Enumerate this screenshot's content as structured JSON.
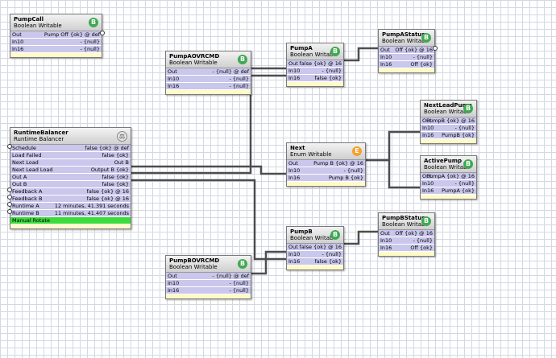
{
  "blocks": {
    "pumpcall": {
      "title": "PumpCall",
      "type": "Boolean Writable",
      "badge": "B",
      "rows": [
        {
          "label": "Out",
          "value": "Pump Off {ok} @ def"
        },
        {
          "label": "In10",
          "value": "- {null}"
        },
        {
          "label": "In16",
          "value": "- {null}"
        }
      ]
    },
    "runtime_balancer": {
      "title": "RuntimeBalancer",
      "type": "Runtime Balancer",
      "badge": "⚖",
      "rows": [
        {
          "label": "Schedule",
          "value": "false {ok} @ def"
        },
        {
          "label": "Load Failed",
          "value": "false {ok}"
        },
        {
          "label": "Next Load",
          "value": "Out B"
        },
        {
          "label": "Next Lead Load",
          "value": "Output B {ok}"
        },
        {
          "label": "Out A",
          "value": "false {ok}"
        },
        {
          "label": "Out B",
          "value": "false {ok}"
        },
        {
          "label": "Feedback A",
          "value": "false {ok} @ 16"
        },
        {
          "label": "Feedback B",
          "value": "false {ok} @ 16"
        },
        {
          "label": "Runtime A",
          "value": "12 minutes, 41.391 seconds"
        },
        {
          "label": "Runtime B",
          "value": "11 minutes, 41.407 seconds"
        },
        {
          "label": "Manual Rotate",
          "value": ""
        }
      ]
    },
    "pumpaovrcmd": {
      "title": "PumpAOVRCMD",
      "type": "Boolean Writable",
      "badge": "B",
      "rows": [
        {
          "label": "Out",
          "value": "- {null} @ def"
        },
        {
          "label": "In10",
          "value": "- {null}"
        },
        {
          "label": "In16",
          "value": "- {null}"
        }
      ]
    },
    "pumpbovrcmd": {
      "title": "PumpBOVRCMD",
      "type": "Boolean Writable",
      "badge": "B",
      "rows": [
        {
          "label": "Out",
          "value": "- {null} @ def"
        },
        {
          "label": "In10",
          "value": "- {null}"
        },
        {
          "label": "In16",
          "value": "- {null}"
        }
      ]
    },
    "pumpa": {
      "title": "PumpA",
      "type": "Boolean Writab",
      "badge": "B",
      "rows": [
        {
          "label": "Out",
          "value": "false {ok} @ 16"
        },
        {
          "label": "In10",
          "value": "- {null}"
        },
        {
          "label": "In16",
          "value": "false {ok}"
        }
      ]
    },
    "pumpb": {
      "title": "PumpB",
      "type": "Boolean Writab",
      "badge": "B",
      "rows": [
        {
          "label": "Out",
          "value": "false {ok} @ 16"
        },
        {
          "label": "In10",
          "value": "- {null}"
        },
        {
          "label": "In16",
          "value": "false {ok}"
        }
      ]
    },
    "next": {
      "title": "Next",
      "type": "Enum Writable",
      "badge": "E",
      "rows": [
        {
          "label": "Out",
          "value": "Pump B {ok} @ 16"
        },
        {
          "label": "In10",
          "value": "- {null}"
        },
        {
          "label": "In16",
          "value": "Pump B {ok}"
        }
      ]
    },
    "pumpastatus": {
      "title": "PumpAStatus",
      "type": "Boolean Writab",
      "badge": "B",
      "rows": [
        {
          "label": "Out",
          "value": "Off {ok} @ 16"
        },
        {
          "label": "In10",
          "value": "- {null}"
        },
        {
          "label": "In16",
          "value": "Off {ok}"
        }
      ]
    },
    "pumpbstatus": {
      "title": "PumpBStatus",
      "type": "Boolean Writab",
      "badge": "B",
      "rows": [
        {
          "label": "Out",
          "value": "Off {ok} @ 16"
        },
        {
          "label": "In10",
          "value": "- {null}"
        },
        {
          "label": "In16",
          "value": "Off {ok}"
        }
      ]
    },
    "nextleadpump": {
      "title": "NextLeadPump",
      "type": "Boolean Writab",
      "badge": "B",
      "rows": [
        {
          "label": "Out",
          "value": "PumpB {ok} @ 16"
        },
        {
          "label": "In10",
          "value": "- {null}"
        },
        {
          "label": "In16",
          "value": "PumpB {ok}"
        }
      ]
    },
    "activepump": {
      "title": "ActivePump",
      "type": "Boolean Writab",
      "badge": "B",
      "rows": [
        {
          "label": "Out",
          "value": "PumpA {ok} @ 16"
        },
        {
          "label": "In10",
          "value": "- {null}"
        },
        {
          "label": "In16",
          "value": "PumpA {ok}"
        }
      ]
    }
  },
  "colors": {
    "slot_row": "#c9c7ec",
    "header": "#dcdcdc",
    "body": "#fffbc8",
    "boolean_badge": "#3ea952",
    "enum_badge": "#f4a12e",
    "manual_rotate": "#3ddc3d",
    "wire": "#4d4d4d"
  }
}
